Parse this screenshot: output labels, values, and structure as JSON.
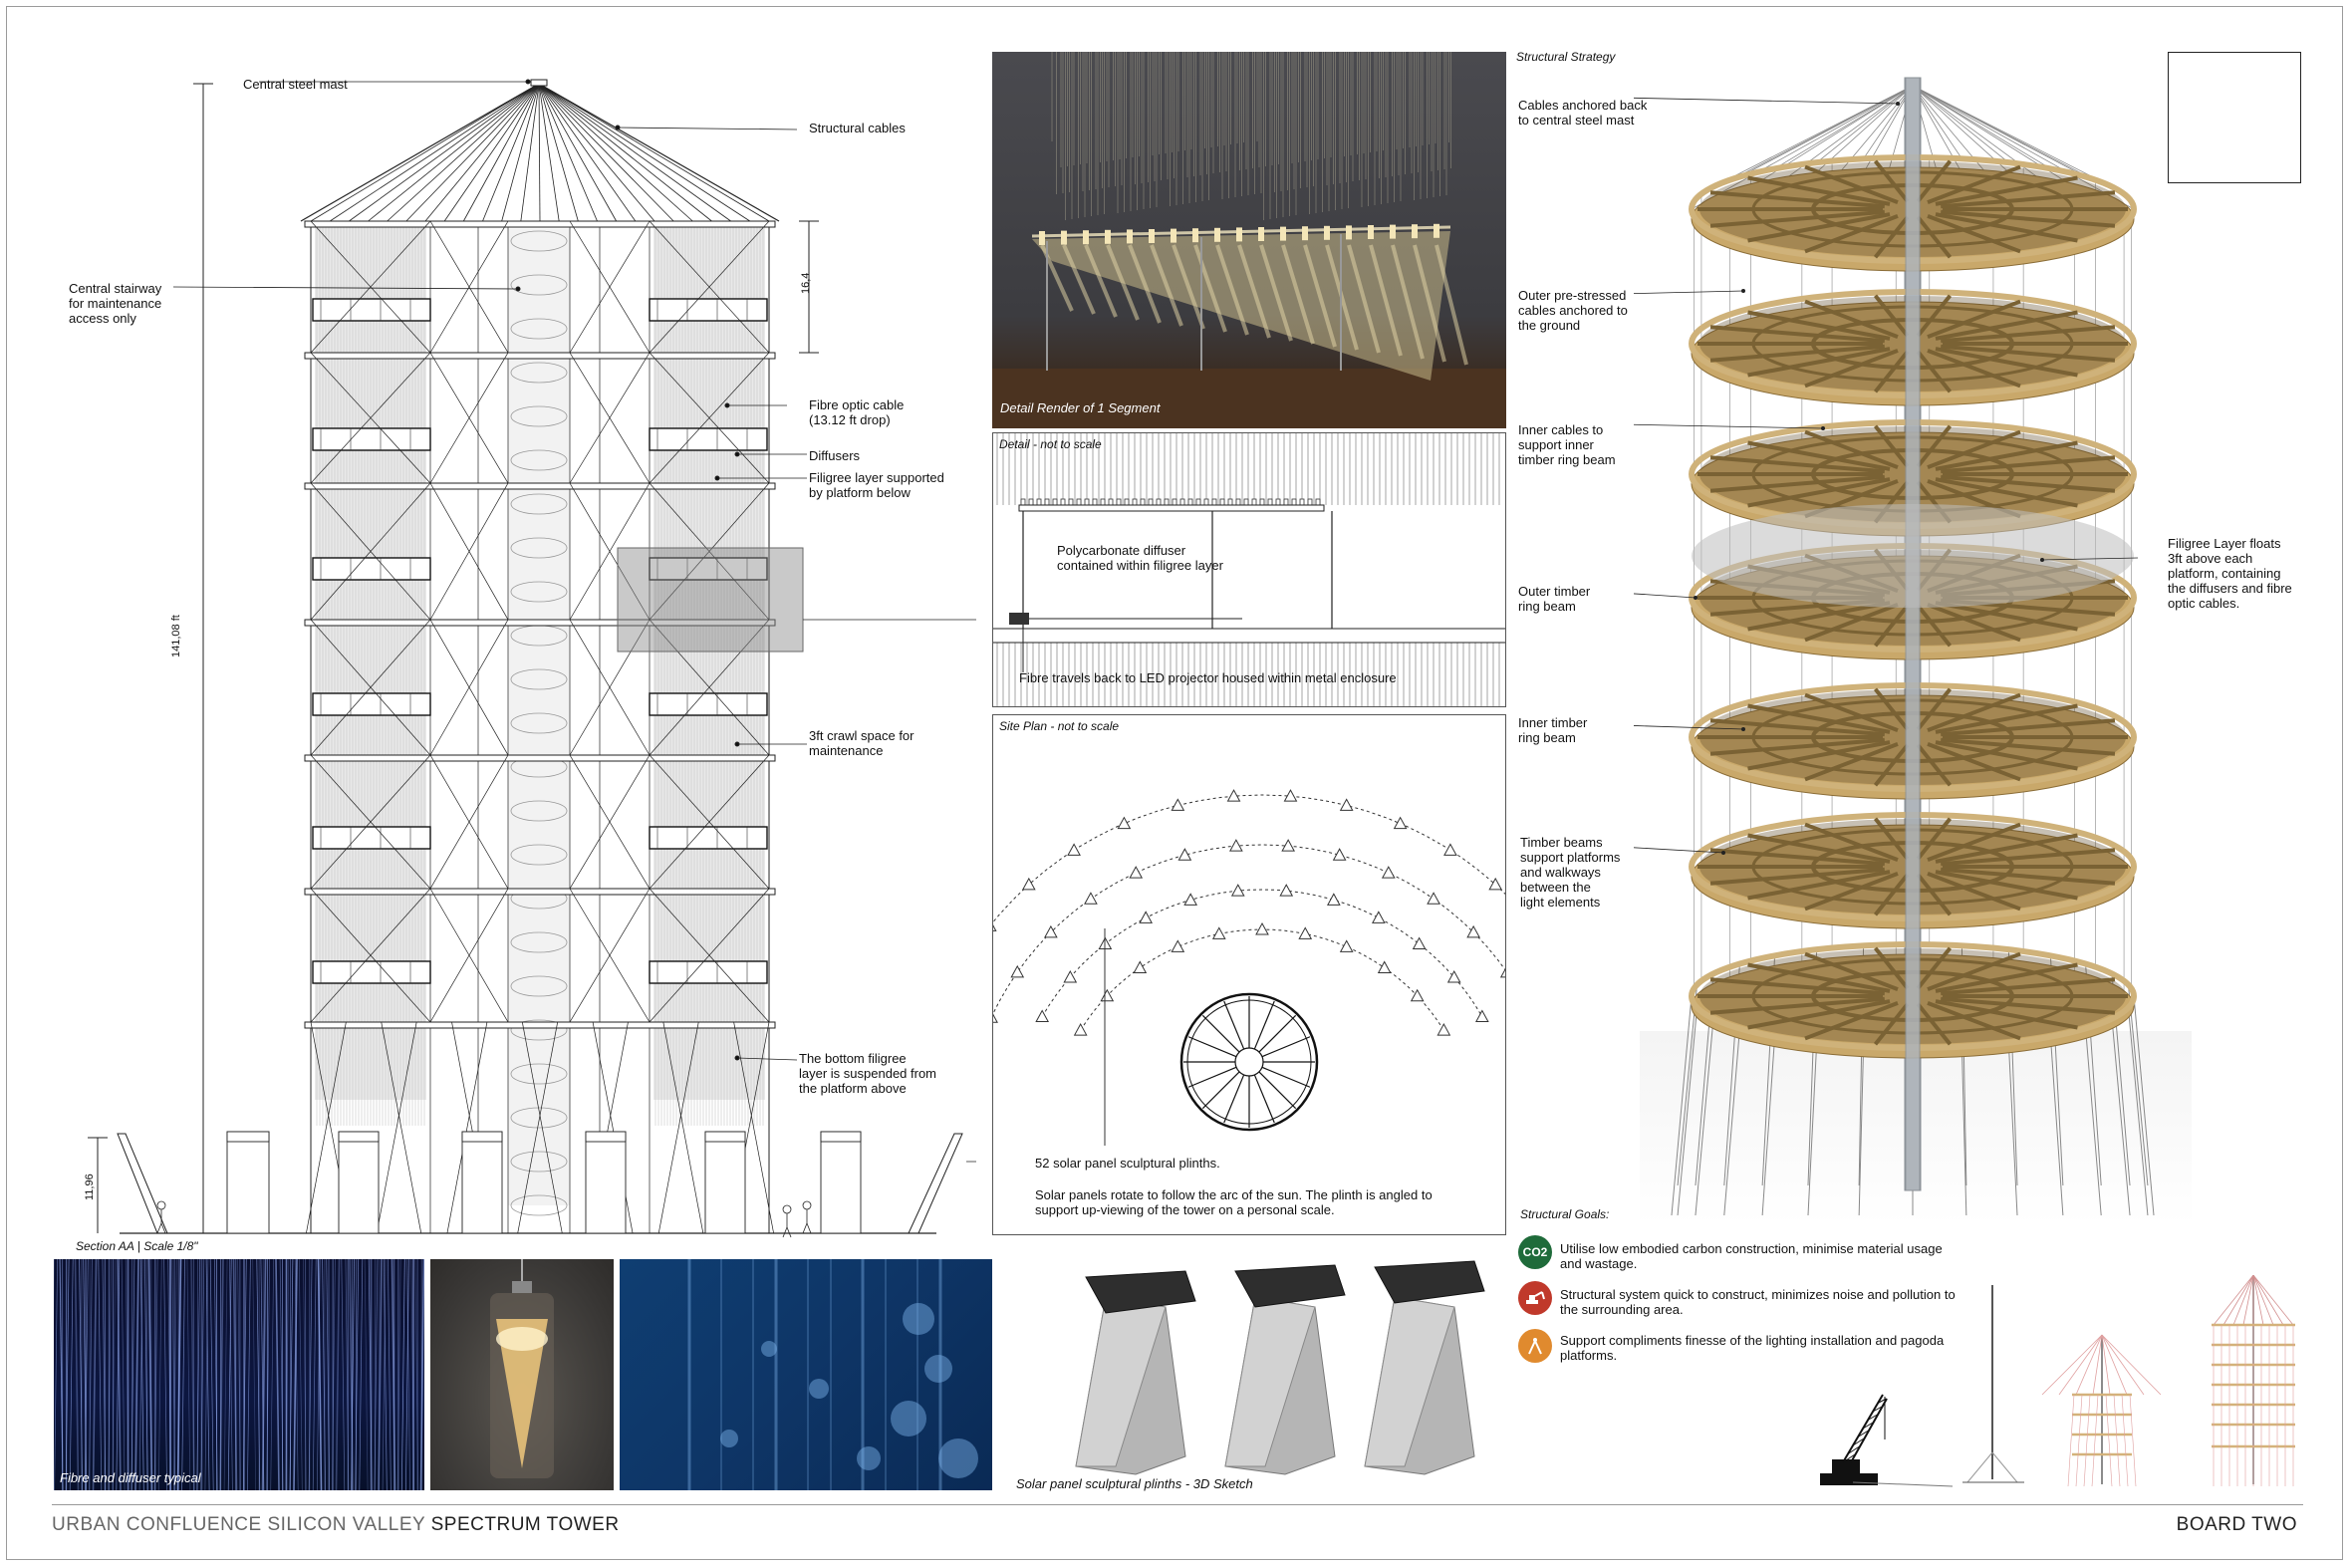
{
  "section": {
    "labels": {
      "mast": "Central steel mast",
      "cables": "Structural cables",
      "stair": "Central stairway\nfor maintenance\naccess only",
      "fibre": "Fibre optic cable\n(13.12 ft drop)",
      "diffusers": "Diffusers",
      "filigree": "Filigree layer supported\nby platform below",
      "crawl": "3ft crawl space for\nmaintenance",
      "bottom": "The bottom filigree\nlayer is suspended from\nthe platform above"
    },
    "dims": {
      "total": "141,08 ft",
      "segment": "16,4",
      "plinth": "11,96"
    },
    "caption": "Section AA | Scale 1/8\""
  },
  "detail_render": {
    "caption": "Detail Render of 1 Segment"
  },
  "detail": {
    "caption": "Detail - not to scale",
    "diffuser_label": "Polycarbonate diffuser\ncontained within filigree layer",
    "fibre_label": "Fibre travels back to LED projector housed within metal enclosure"
  },
  "site_plan": {
    "caption": "Site Plan - not to scale",
    "plinths_label": "52 solar panel sculptural plinths.",
    "plinths_desc": "Solar panels rotate to follow the arc of the sun. The plinth is angled to\nsupport up-viewing of the tower on a personal scale."
  },
  "structural_strategy": {
    "caption": "Structural Strategy",
    "labels": {
      "anchored_back": "Cables anchored back\nto central steel mast",
      "outer_cables": "Outer pre-stressed\ncables anchored to\nthe ground",
      "inner_cables": "Inner cables to\nsupport inner\ntimber ring beam",
      "outer_ring": "Outer timber\nring beam",
      "inner_ring": "Inner timber\nring beam",
      "timber_beams": "Timber beams\nsupport platforms\nand walkways\nbetween the\nlight elements",
      "filigree_floats": "Filigree Layer floats\n3ft above each\nplatform, containing\nthe diffusers and fibre\noptic cables."
    }
  },
  "structural_goals": {
    "caption": "Structural Goals:",
    "items": [
      {
        "icon": "co2-icon",
        "badge": "CO2",
        "color": "#1f6b3a",
        "text": "Utilise low embodied carbon construction, minimise material usage\nand wastage."
      },
      {
        "icon": "excavator-icon",
        "badge": "",
        "color": "#c0392b",
        "text": "Structural system quick to construct, minimizes noise and pollution to\nthe surrounding area."
      },
      {
        "icon": "compass-icon",
        "badge": "",
        "color": "#e08a2e",
        "text": "Support compliments finesse of the lighting installation and pagoda\nplatforms."
      }
    ]
  },
  "photos": {
    "fibre_caption": "Fibre and diffuser typical"
  },
  "plinth_sketch": {
    "caption": "Solar panel sculptural plinths - 3D Sketch"
  },
  "footer": {
    "title_light": "URBAN CONFLUENCE SILICON VALLEY ",
    "title_bold": "SPECTRUM TOWER",
    "board": "BOARD TWO"
  }
}
